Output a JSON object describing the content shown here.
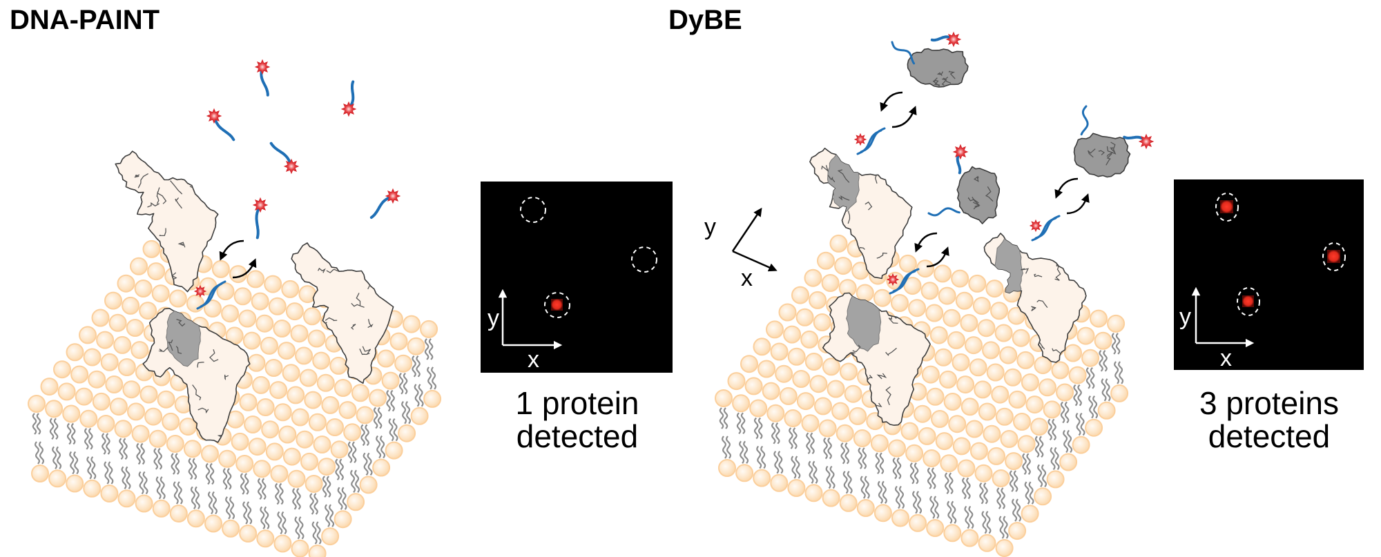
{
  "panels": [
    {
      "title": "DNA-PAINT",
      "result_line1": "1 protein",
      "result_line2": "detected",
      "image_axis_x": "x",
      "image_axis_y": "y"
    },
    {
      "title": "DyBE",
      "result_line1": "3 proteins",
      "result_line2": "detected",
      "image_axis_x": "x",
      "image_axis_y": "y",
      "membrane_axis_x": "x",
      "membrane_axis_y": "y"
    }
  ],
  "colors": {
    "lipid_head": "#fcd6a8",
    "lipid_tail": "#8c8c8c",
    "protein": "#fdf3ea",
    "binder": "#9a9a9a",
    "dna_strand": "#1f6fb5",
    "dye": "#d7262b",
    "image_background": "#000000"
  }
}
